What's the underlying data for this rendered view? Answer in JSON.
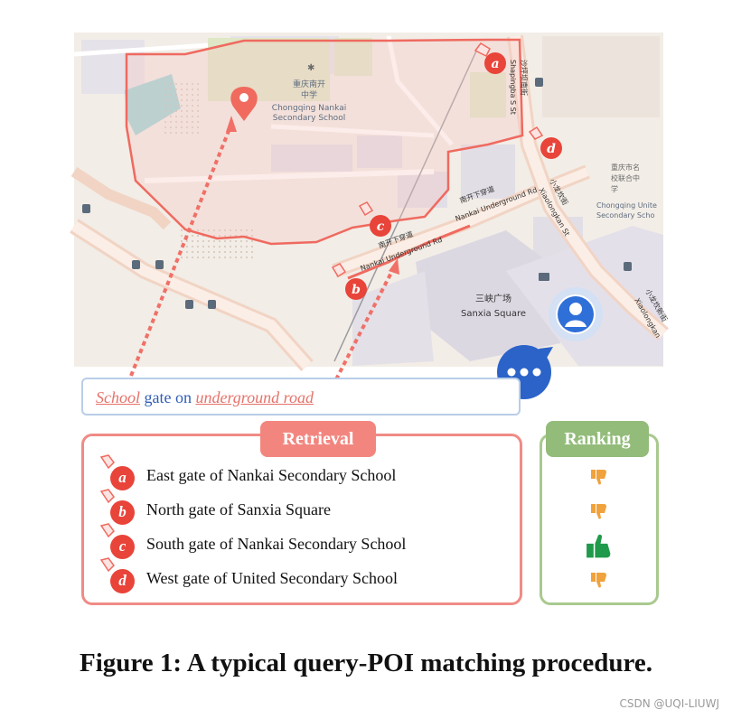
{
  "map": {
    "school_cn_line1": "重庆南开",
    "school_cn_line2": "中学",
    "school_en_line1": "Chongqing Nankai",
    "school_en_line2": "Secondary School",
    "road_en_1": "Nankai Underground Rd",
    "road_en_2": "Nankai Underground Rd",
    "road_cn_1": "南开下穿道",
    "road_cn_2": "南开下穿道",
    "street_en_shapingba": "Shapingba S St",
    "street_cn_shapingba": "沙坪坝南街",
    "street_en_xiaolongkan": "Xiaolongkan St",
    "street_cn_xiaolongkan": "小龙坎街",
    "street_en_xiaolongkan2": "Xiaolongkan",
    "street_cn_xiaolongkan2": "小龙坎新街",
    "united_cn_line1": "重庆市名",
    "united_cn_line2": "校联合中",
    "united_cn_line3": "学",
    "united_en_line1": "Chongqing Unite",
    "united_en_line2": "Secondary Scho",
    "sanxia_cn": "三峡广场",
    "sanxia_en": "Sanxia Square",
    "marker_a": "a",
    "marker_b": "b",
    "marker_c": "c",
    "marker_d": "d"
  },
  "query": {
    "word_school": "School",
    "word_gate_on": " gate on ",
    "word_road": "underground road"
  },
  "retrieval": {
    "title": "Retrieval",
    "items": [
      {
        "badge": "a",
        "label": "East gate of Nankai Secondary School"
      },
      {
        "badge": "b",
        "label": "North gate of Sanxia Square"
      },
      {
        "badge": "c",
        "label": "South gate of Nankai Secondary School"
      },
      {
        "badge": "d",
        "label": "West gate of United Secondary School"
      }
    ]
  },
  "ranking": {
    "title": "Ranking",
    "votes": [
      "thumbs-down-icon",
      "thumbs-down-icon",
      "thumbs-up-icon",
      "thumbs-down-icon"
    ],
    "colors": {
      "down": "#f0a23c",
      "up": "#1f9a4a"
    }
  },
  "caption": "Figure 1: A typical query-POI matching procedure.",
  "watermark": "CSDN @UQI-LIUWJ",
  "colors": {
    "accent_red": "#e8443a",
    "route": "#f07068",
    "query_blue": "#2f5eb5",
    "ranking_green": "#93bc7a"
  }
}
